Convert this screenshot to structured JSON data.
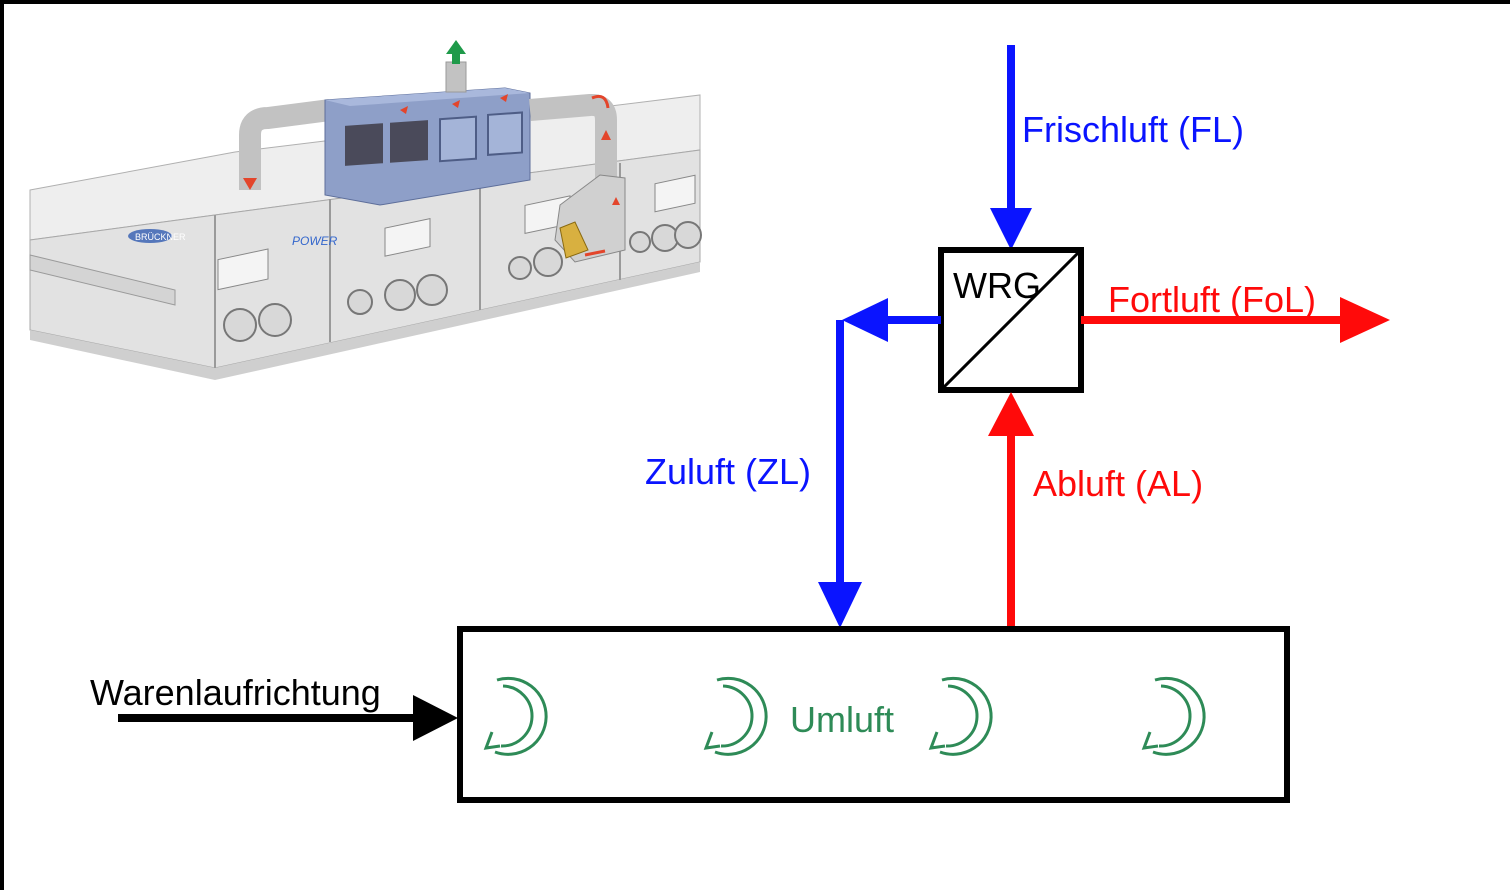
{
  "colors": {
    "supply": "#0a14ff",
    "exhaust": "#ff0a0a",
    "circulation": "#2e8b57",
    "frame": "#000000",
    "machine_body": "#e6e6e6",
    "machine_unit": "#8e9fc8",
    "machine_pipe": "#c8c8c8"
  },
  "machine_illustration": {
    "icon": "textile-stenter-dryer-illustration",
    "brand": "BRÜCKNER",
    "model": "POWER"
  },
  "labels": {
    "frischluft": "Frischluft (FL)",
    "fortluft": "Fortluft (FoL)",
    "zuluft": "Zuluft (ZL)",
    "abluft": "Abluft (AL)",
    "wrg": "WRG",
    "umluft": "Umluft",
    "warenlaufrichtung": "Warenlaufrichtung"
  }
}
